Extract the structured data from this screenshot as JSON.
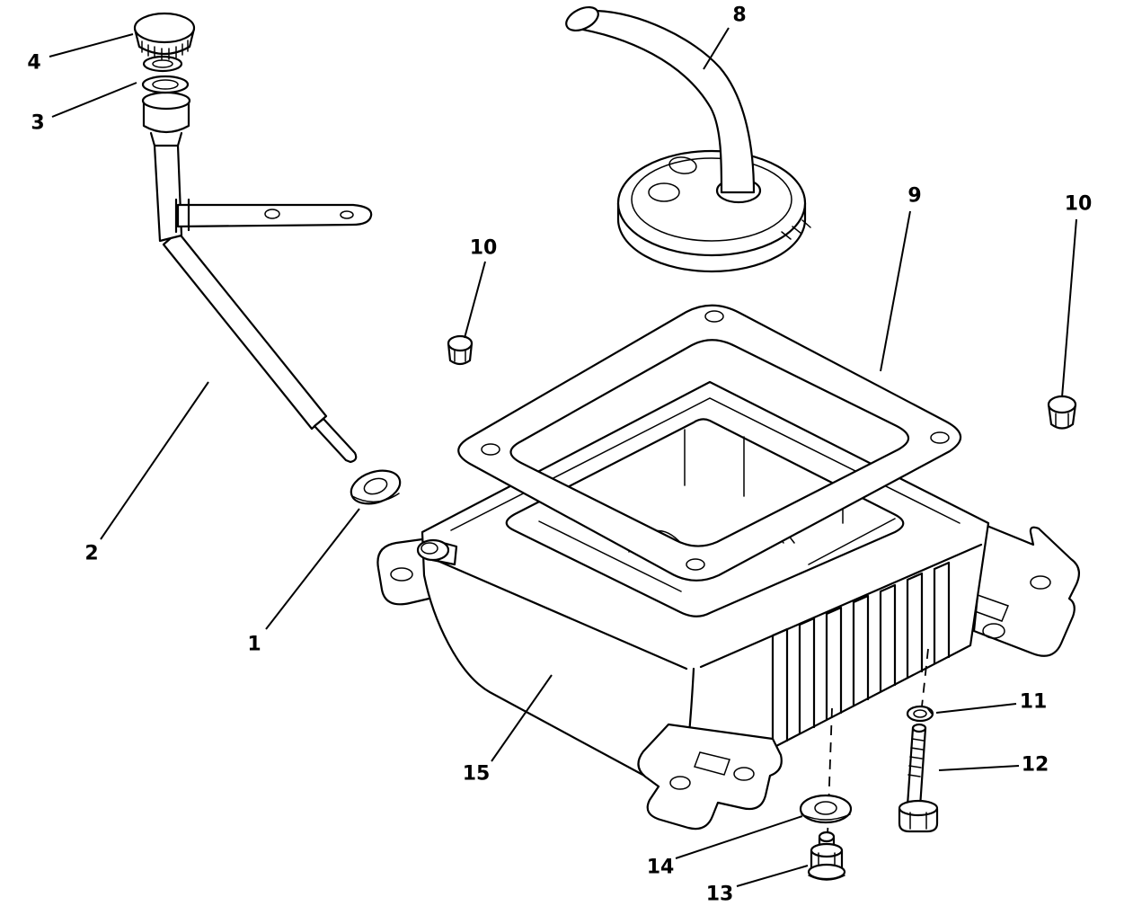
{
  "diagram": {
    "ink_color": "#000000",
    "background_color": "#ffffff",
    "callouts": [
      {
        "label": "4"
      },
      {
        "label": "3"
      },
      {
        "label": "2"
      },
      {
        "label": "1"
      },
      {
        "label": "10"
      },
      {
        "label": "8"
      },
      {
        "label": "9"
      },
      {
        "label": "10"
      },
      {
        "label": "11"
      },
      {
        "label": "12"
      },
      {
        "label": "15"
      },
      {
        "label": "14"
      },
      {
        "label": "13"
      }
    ]
  }
}
